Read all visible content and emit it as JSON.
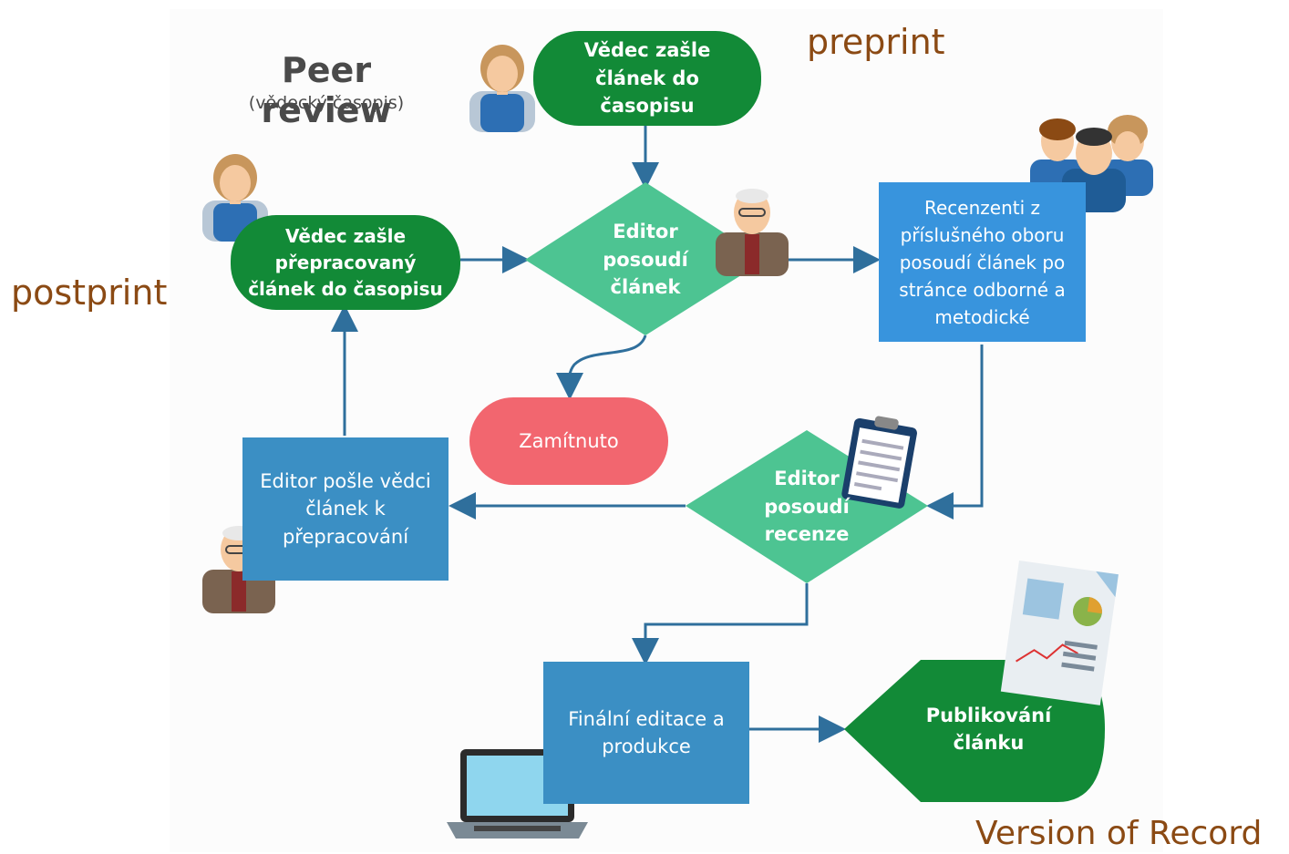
{
  "header": {
    "title": "Peer review",
    "subtitle": "(vědecký časopis)"
  },
  "labels": {
    "preprint": "preprint",
    "postprint": "postprint",
    "vor": "Version of Record"
  },
  "nodes": {
    "submit": "Vědec zašle článek do časopisu",
    "resubmit": "Vědec zašle přepracovaný článek do časopisu",
    "editor_assess_article": "Editor posoudí článek",
    "reviewers": "Recenzenti z příslušného oboru posoudí článek po stránce odborné a metodické",
    "rejected": "Zamítnuto",
    "editor_assess_reviews": "Editor posoudí recenze",
    "send_back": "Editor pošle vědci článek k přepracování",
    "final_edit": "Finální editace a produkce",
    "publish": "Publikování článku"
  },
  "colors": {
    "green_dark": "#128a37",
    "teal": "#4dc492",
    "blue_dark": "#3b8fc4",
    "blue_light": "#3894dd",
    "red": "#f2666f",
    "arrow": "#2f6f9c",
    "label_brown": "#8b4a14"
  }
}
